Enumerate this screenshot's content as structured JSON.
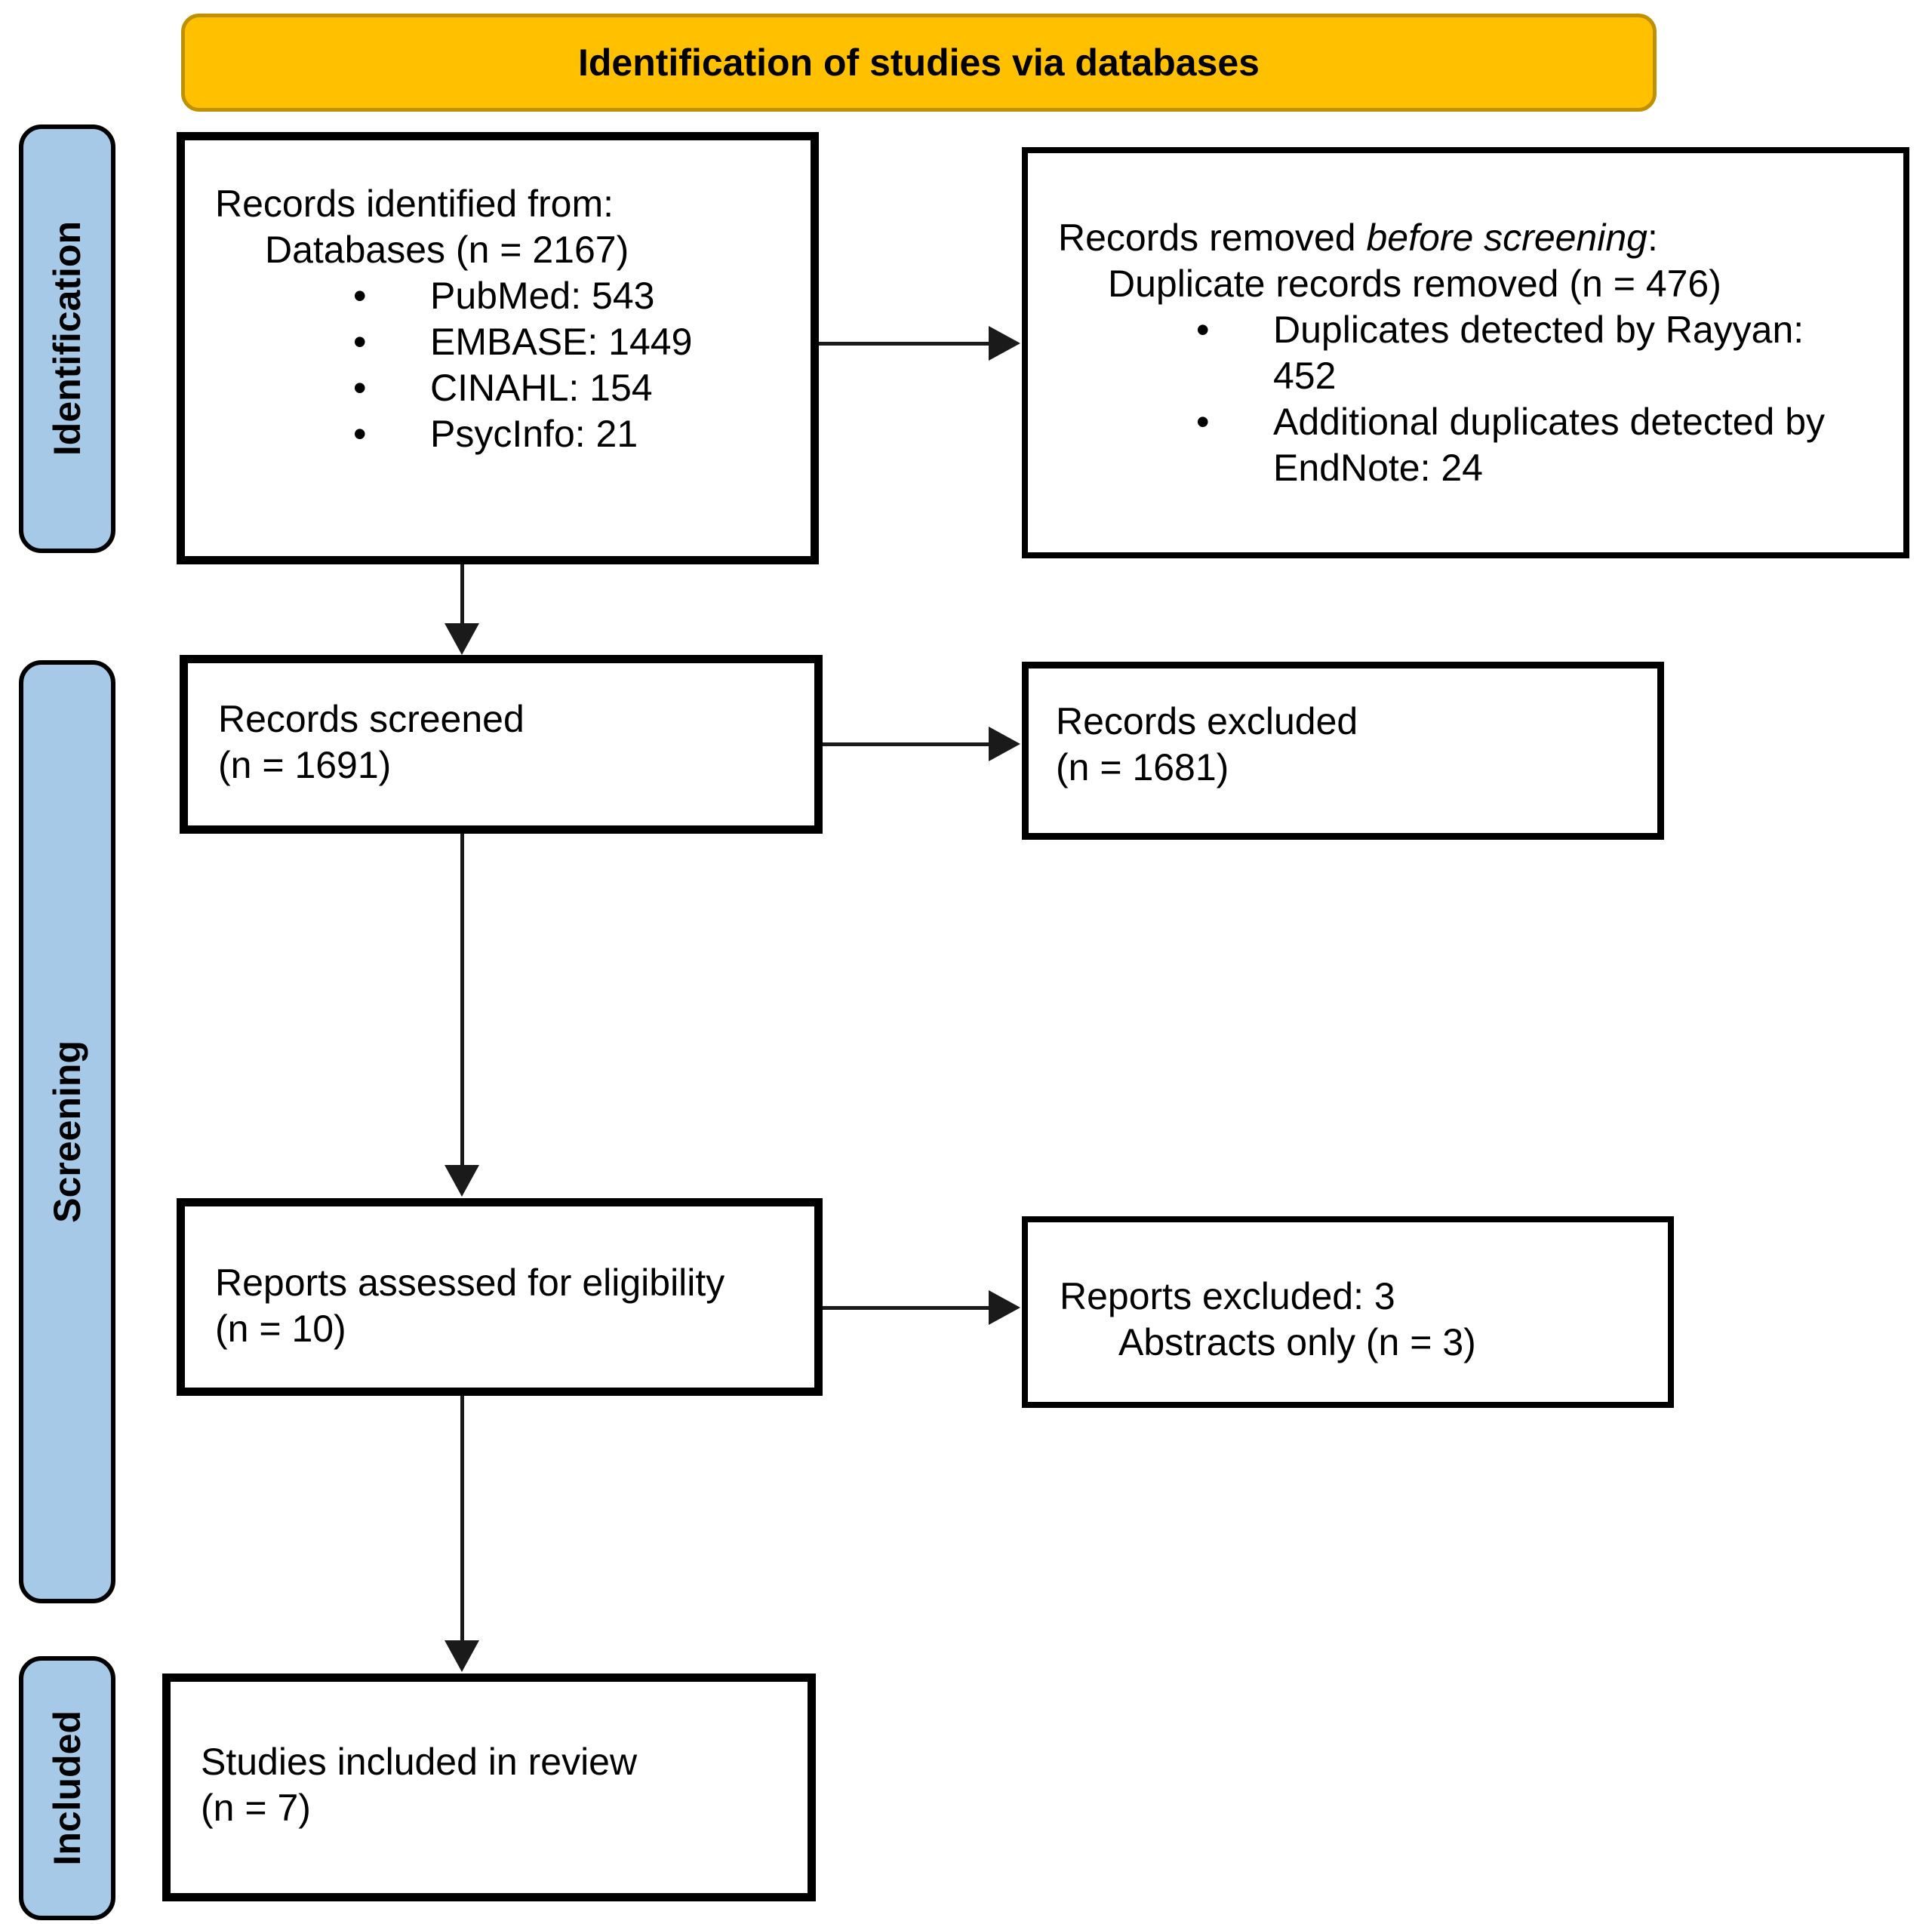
{
  "banner": {
    "label": "Identification of studies via databases"
  },
  "stages": {
    "identification": "Identification",
    "screening": "Screening",
    "included": "Included"
  },
  "boxes": {
    "identified": {
      "title": "Records identified from:",
      "subtitle": "Databases (n = 2167)",
      "bullets": [
        "PubMed: 543",
        "EMBASE: 1449",
        "CINAHL: 154",
        "PsycInfo: 21"
      ]
    },
    "removed": {
      "title_pre": "Records removed ",
      "title_italic": "before screening",
      "title_post": ":",
      "subtitle": "Duplicate records removed (n = 476)",
      "bullets": [
        "Duplicates detected by Rayyan: 452",
        "Additional duplicates detected by EndNote: 24"
      ]
    },
    "screened": {
      "title": "Records screened",
      "count": "(n = 1691)"
    },
    "records_excluded": {
      "title": "Records excluded",
      "count": "(n = 1681)"
    },
    "assessed": {
      "title": "Reports assessed for eligibility",
      "count": "(n = 10)"
    },
    "reports_excluded": {
      "title": "Reports excluded: 3",
      "detail": "Abstracts only (n = 3)"
    },
    "included": {
      "title": "Studies included in review",
      "count": "(n = 7)"
    }
  },
  "bullet_glyph": "•",
  "colors": {
    "banner_fill": "#FFC000",
    "banner_border": "#BF9000",
    "stage_fill": "#A6C9E8",
    "box_border": "#000000",
    "arrow": "#1A1A1A",
    "text": "#000000",
    "background": "#FFFFFF"
  }
}
